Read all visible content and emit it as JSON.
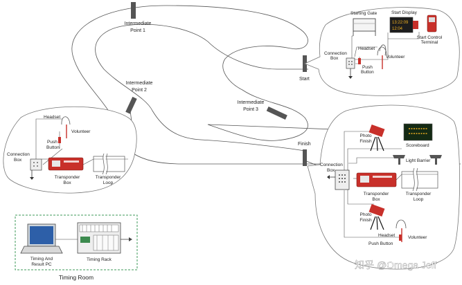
{
  "track": {
    "intermediate_point_1": [
      "Intermediate",
      "Point 1"
    ],
    "intermediate_point_2": [
      "Intermediate",
      "Point 2"
    ],
    "intermediate_point_3": [
      "Intermediate",
      "Point 3"
    ],
    "start": "Start",
    "finish": "Finish"
  },
  "start_callout": {
    "starting_gate": "Starting Gate",
    "start_display": "Start Display",
    "display_text_top": "13:22:09",
    "display_text_bottom": "12:04 ",
    "start_control_terminal": [
      "Start Control",
      "Terminal"
    ],
    "headset": "Headset",
    "volunteer": "Volunteer",
    "connection_box": [
      "Connection",
      "Box"
    ],
    "push_button": [
      "Push",
      "Button"
    ]
  },
  "intermediate_callout": {
    "headset": "Headset",
    "volunteer": "Volunteer",
    "push_button": [
      "Push",
      "Button"
    ],
    "connection_box": [
      "Connection",
      "Box"
    ],
    "transponder_box": [
      "Transponder",
      "Box"
    ],
    "transponder_loop": [
      "Transponder",
      "Loop"
    ]
  },
  "finish_callout": {
    "photo_finish_top": [
      "Photo",
      "Finish"
    ],
    "scoreboard": "Scoreboard",
    "light_barrier": "Light Barrier",
    "connection_box": [
      "Connection",
      "Box"
    ],
    "transponder_box": [
      "Transponder",
      "Box"
    ],
    "transponder_loop": [
      "Transponder",
      "Loop"
    ],
    "photo_finish_bottom": [
      "Photo",
      "Finish"
    ],
    "headset": "Headset",
    "volunteer": "Volunteer",
    "push_button": "Push Button"
  },
  "timing_room": {
    "title": "Timing Room",
    "pc": [
      "Timing And",
      "Result PC"
    ],
    "rack": "Timing Rack"
  },
  "watermark": "知乎 @Omega Jeff"
}
